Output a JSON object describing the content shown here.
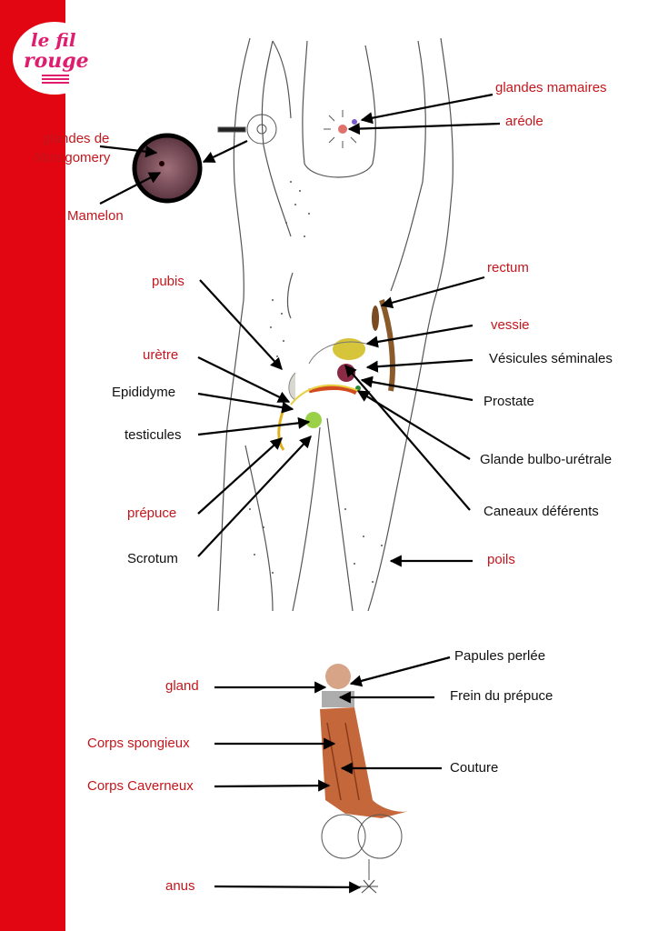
{
  "brand": {
    "line1": "le fil",
    "line2": "rouge"
  },
  "labels": {
    "glandes_mamaires": "glandes mamaires",
    "areole": "aréole",
    "glandes_de": "glandes de",
    "montgomery": "Montgomery",
    "mamelon": "Mamelon",
    "pubis": "pubis",
    "rectum": "rectum",
    "vessie": "vessie",
    "vesicules": "Vésicules séminales",
    "uretre": "urètre",
    "epididyme": "Epididyme",
    "prostate": "Prostate",
    "testicules": "testicules",
    "glande_bulbo": "Glande bulbo-urétrale",
    "prepuce": "prépuce",
    "caneaux": "Caneaux déférents",
    "scrotum": "Scrotum",
    "poils": "poils",
    "papules": "Papules perlée",
    "gland": "gland",
    "frein": "Frein du prépuce",
    "corps_spongieux": "Corps spongieux",
    "couture": "Couture",
    "corps_caverneux": "Corps Caverneux",
    "anus": "anus"
  },
  "colors": {
    "label_red": "#c4161c",
    "label_black": "#111111",
    "brand_bar": "#e20613"
  }
}
